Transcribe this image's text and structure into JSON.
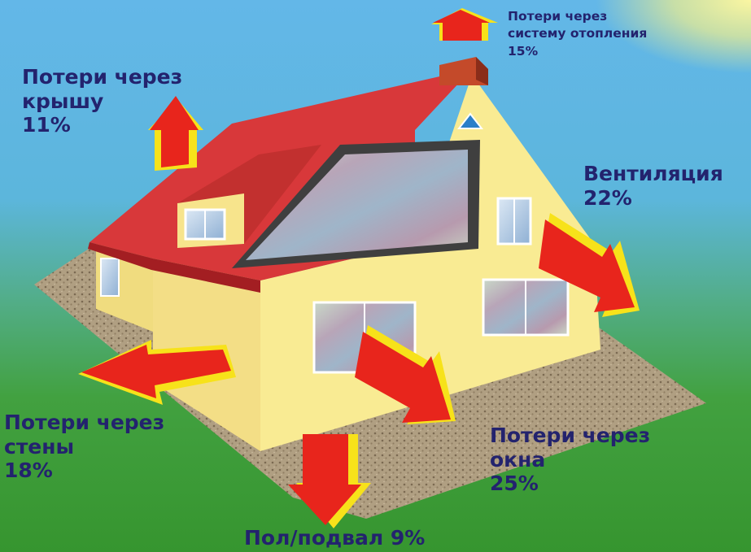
{
  "labels": {
    "roof": {
      "line1": "Потери через",
      "line2": "крышу",
      "value": "11%"
    },
    "heating": {
      "line1": "Потери через",
      "line2": "систему отопления",
      "value": "15%"
    },
    "ventilation": {
      "line1": "Вентиляция",
      "value": "22%"
    },
    "walls": {
      "line1": "Потери через",
      "line2": "стены",
      "value": "18%"
    },
    "windows": {
      "line1": "Потери через",
      "line2": "окна",
      "value": "25%"
    },
    "floor": {
      "text": "Пол/подвал 9%"
    }
  },
  "colors": {
    "sky": "#5fb6e6",
    "ground": "#3f9c3c",
    "wall": "#f9eb93",
    "roof": "#d8383a",
    "arrow": "#e8251c",
    "arrow_edge": "#f7e21a",
    "text": "#23236e"
  }
}
